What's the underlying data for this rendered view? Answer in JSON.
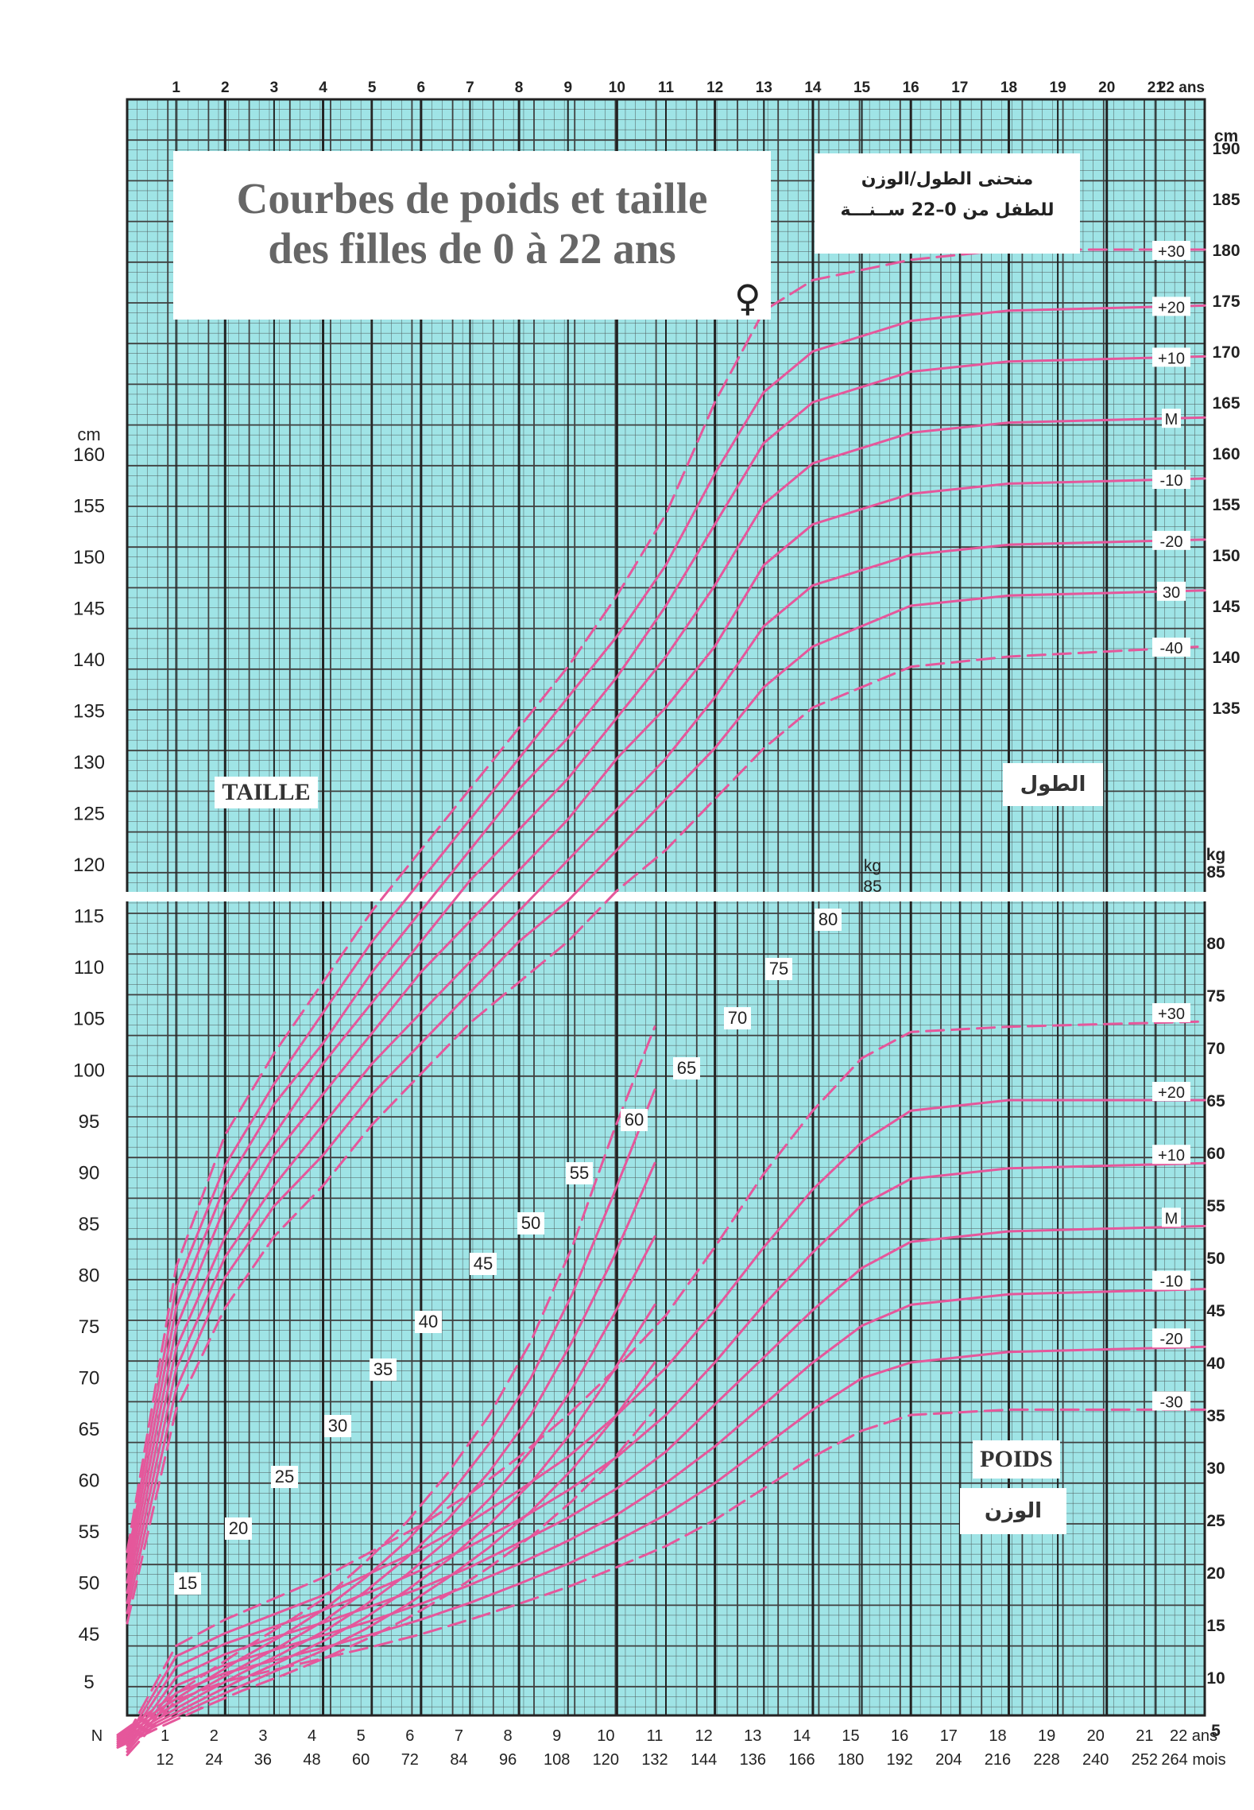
{
  "title": {
    "line1": "Courbes de poids et taille",
    "line2": "des filles de 0 à 22 ans",
    "female_symbol": "♀"
  },
  "arabic_title": {
    "line1": "منحنى الطول/الوزن",
    "line2": "للطفل من 0–22 ســنـــة"
  },
  "labels": {
    "taille": "TAILLE",
    "taille_ar": "الطول",
    "poids": "POIDS",
    "poids_ar": "الوزن"
  },
  "axes": {
    "top_years": [
      "1",
      "2",
      "3",
      "4",
      "5",
      "6",
      "7",
      "8",
      "9",
      "10",
      "11",
      "12",
      "13",
      "14",
      "15",
      "16",
      "17",
      "18",
      "19",
      "20",
      "21",
      "22 ans"
    ],
    "bottom_years": [
      "1",
      "2",
      "3",
      "4",
      "5",
      "6",
      "7",
      "8",
      "9",
      "10",
      "11",
      "12",
      "13",
      "14",
      "15",
      "16",
      "17",
      "18",
      "19",
      "20",
      "21",
      "22 ans"
    ],
    "bottom_months": [
      "12",
      "24",
      "36",
      "48",
      "60",
      "72",
      "84",
      "96",
      "108",
      "120",
      "132",
      "144",
      "136",
      "166",
      "180",
      "192",
      "204",
      "216",
      "228",
      "240",
      "252",
      "264 mois"
    ],
    "origin_label": "N",
    "left_height_ticks": [
      "160",
      "155",
      "150",
      "145",
      "140",
      "135",
      "130",
      "125",
      "120",
      "115",
      "110",
      "105",
      "100",
      "95",
      "90",
      "85",
      "80",
      "75",
      "70",
      "65",
      "60",
      "55",
      "50",
      "45"
    ],
    "left_cm_unit": "cm",
    "left_weight_tick": "5",
    "right_height_unit": "cm",
    "right_height_ticks": [
      "190",
      "185",
      "180",
      "175",
      "170",
      "165",
      "160",
      "155",
      "150",
      "145",
      "140",
      "135"
    ],
    "right_weight_unit": "kg",
    "right_weight_top": "85",
    "right_weight_ticks": [
      "80",
      "75",
      "70",
      "65",
      "60",
      "55",
      "50",
      "45",
      "40",
      "35",
      "30",
      "25",
      "20",
      "15",
      "10",
      "5"
    ],
    "inner_kg_unit": "kg",
    "inner_kg_top": "85"
  },
  "diagonal_labels": [
    "15",
    "20",
    "25",
    "30",
    "35",
    "40",
    "45",
    "50",
    "55",
    "60",
    "65",
    "70",
    "75",
    "80"
  ],
  "colors": {
    "grid_fill": "#9fe4e6",
    "grid_line": "#3f3f3f",
    "curve": "#e5579b",
    "text": "#222222"
  },
  "chart_data": {
    "type": "line",
    "title": "Courbes de poids et taille des filles de 0 à 22 ans",
    "xlabel": "ans / mois",
    "x_unit": "ans",
    "charts": [
      {
        "name": "TAILLE",
        "unit": "cm",
        "ylim": [
          45,
          190
        ],
        "series": [
          {
            "name": "+30",
            "x": [
              0,
              1,
              2,
              3,
              4,
              5,
              6,
              7,
              8,
              9,
              10,
              11,
              12,
              13,
              14,
              16,
              18,
              22
            ],
            "y": [
              52,
              80,
              93,
              101,
              108,
              115,
              121,
              127,
              133,
              139,
              146,
              154,
              165,
              174,
              177,
              179,
              180,
              180
            ]
          },
          {
            "name": "+20",
            "x": [
              0,
              1,
              2,
              3,
              4,
              5,
              6,
              7,
              8,
              9,
              10,
              11,
              12,
              13,
              14,
              16,
              18,
              22
            ],
            "y": [
              51,
              78,
              90,
              98,
              105,
              112,
              118,
              124,
              130,
              136,
              142,
              149,
              158,
              166,
              170,
              173,
              174,
              174.5
            ]
          },
          {
            "name": "+10",
            "x": [
              0,
              1,
              2,
              3,
              4,
              5,
              6,
              7,
              8,
              9,
              10,
              11,
              12,
              13,
              14,
              16,
              18,
              22
            ],
            "y": [
              50,
              76,
              88,
              96,
              102,
              109,
              115,
              121,
              127,
              132,
              138,
              145,
              153,
              161,
              165,
              168,
              169,
              169.5
            ]
          },
          {
            "name": "M",
            "x": [
              0,
              1,
              2,
              3,
              4,
              5,
              6,
              7,
              8,
              9,
              10,
              11,
              12,
              13,
              14,
              16,
              18,
              22
            ],
            "y": [
              49,
              74,
              86,
              93,
              100,
              106,
              112,
              118,
              123,
              128,
              134,
              140,
              147,
              155,
              159,
              162,
              163,
              163.5
            ]
          },
          {
            "name": "-10",
            "x": [
              0,
              1,
              2,
              3,
              4,
              5,
              6,
              7,
              8,
              9,
              10,
              11,
              12,
              13,
              14,
              16,
              18,
              22
            ],
            "y": [
              48,
              72,
              83,
              91,
              97,
              103,
              109,
              114,
              119,
              124,
              130,
              135,
              141,
              149,
              153,
              156,
              157,
              157.5
            ]
          },
          {
            "name": "-20",
            "x": [
              0,
              1,
              2,
              3,
              4,
              5,
              6,
              7,
              8,
              9,
              10,
              11,
              12,
              13,
              14,
              16,
              18,
              22
            ],
            "y": [
              47,
              70,
              81,
              88,
              94,
              100,
              105,
              110,
              115,
              120,
              125,
              130,
              136,
              143,
              147,
              150,
              151,
              151.5
            ]
          },
          {
            "name": "30",
            "x": [
              0,
              1,
              2,
              3,
              4,
              5,
              6,
              7,
              8,
              9,
              10,
              11,
              12,
              13,
              14,
              16,
              18,
              22
            ],
            "y": [
              46,
              68,
              79,
              86,
              91,
              97,
              102,
              107,
              112,
              116,
              121,
              126,
              131,
              137,
              141,
              145,
              146,
              146.5
            ]
          },
          {
            "name": "-40",
            "x": [
              0,
              1,
              2,
              3,
              4,
              5,
              6,
              7,
              8,
              9,
              10,
              11,
              12,
              13,
              14,
              16,
              18,
              22
            ],
            "y": [
              45,
              66,
              76,
              83,
              88,
              94,
              99,
              104,
              108,
              112,
              117,
              121,
              126,
              131,
              135,
              139,
              140,
              141
            ]
          }
        ]
      },
      {
        "name": "POIDS",
        "unit": "kg",
        "ylim": [
          5,
          85
        ],
        "series": [
          {
            "name": "+30",
            "x": [
              0,
              1,
              2,
              3,
              4,
              5,
              6,
              7,
              8,
              9,
              10,
              11,
              12,
              13,
              14,
              15,
              16,
              18,
              22
            ],
            "y": [
              4.5,
              13,
              15.5,
              17.5,
              19.5,
              22,
              24.5,
              27.5,
              31,
              35,
              39.5,
              44.5,
              51,
              58,
              64,
              69,
              71.5,
              72,
              72.5
            ]
          },
          {
            "name": "+20",
            "x": [
              0,
              1,
              2,
              3,
              4,
              5,
              6,
              7,
              8,
              9,
              10,
              11,
              12,
              13,
              14,
              15,
              16,
              18,
              22
            ],
            "y": [
              4.2,
              12,
              14.2,
              16,
              17.8,
              20,
              22.2,
              24.8,
              27.8,
              31,
              35,
              39.5,
              45,
              51,
              56.5,
              61,
              64,
              65,
              65
            ]
          },
          {
            "name": "+10",
            "x": [
              0,
              1,
              2,
              3,
              4,
              5,
              6,
              7,
              8,
              9,
              10,
              11,
              12,
              13,
              14,
              15,
              16,
              18,
              22
            ],
            "y": [
              3.9,
              11,
              13.2,
              14.8,
              16.4,
              18.2,
              20.2,
              22.5,
              25,
              27.8,
              31,
              35,
              40,
              45.5,
              50.5,
              55,
              57.5,
              58.5,
              59
            ]
          },
          {
            "name": "M",
            "x": [
              0,
              1,
              2,
              3,
              4,
              5,
              6,
              7,
              8,
              9,
              10,
              11,
              12,
              13,
              14,
              15,
              16,
              18,
              22
            ],
            "y": [
              3.5,
              10,
              12.2,
              13.8,
              15.2,
              16.8,
              18.5,
              20.5,
              22.8,
              25.2,
              28,
              31.5,
              36,
              40.5,
              45,
              49,
              51.5,
              52.5,
              53
            ]
          },
          {
            "name": "-10",
            "x": [
              0,
              1,
              2,
              3,
              4,
              5,
              6,
              7,
              8,
              9,
              10,
              11,
              12,
              13,
              14,
              15,
              16,
              18,
              22
            ],
            "y": [
              3.2,
              9.2,
              11.2,
              12.6,
              14,
              15.4,
              17,
              18.8,
              20.8,
              23,
              25.5,
              28.5,
              32,
              36,
              40,
              43.5,
              45.5,
              46.5,
              47
            ]
          },
          {
            "name": "-20",
            "x": [
              0,
              1,
              2,
              3,
              4,
              5,
              6,
              7,
              8,
              9,
              10,
              11,
              12,
              13,
              14,
              15,
              16,
              18,
              22
            ],
            "y": [
              2.9,
              8.5,
              10.4,
              11.6,
              12.8,
              14.1,
              15.5,
              17.1,
              18.9,
              20.8,
              23,
              25.5,
              28.5,
              32,
              35.5,
              38.5,
              40,
              41,
              41.5
            ]
          },
          {
            "name": "-30",
            "x": [
              0,
              1,
              2,
              3,
              4,
              5,
              6,
              7,
              8,
              9,
              10,
              11,
              12,
              13,
              14,
              15,
              16,
              18,
              22
            ],
            "y": [
              2.6,
              7.8,
              9.6,
              10.7,
              11.8,
              12.9,
              14.1,
              15.5,
              17,
              18.6,
              20.5,
              22.5,
              25,
              28,
              31,
              33.5,
              35,
              35.5,
              35.5
            ]
          }
        ]
      },
      {
        "name": "POIDS/TAILLE",
        "series": [
          {
            "name": "+30",
            "x": [
              50,
              60,
              70,
              80,
              90,
              100,
              110,
              120,
              130,
              140,
              150,
              160,
              170,
              180
            ],
            "y": [
              4.5,
              7.3,
              10,
              12.6,
              15,
              17.5,
              21,
              24.8,
              29.5,
              35,
              42,
              51,
              62,
              72
            ]
          },
          {
            "name": "+20",
            "x": [
              50,
              60,
              70,
              80,
              90,
              100,
              110,
              120,
              130,
              140,
              150,
              160,
              170,
              180
            ],
            "y": [
              4.3,
              6.9,
              9.4,
              11.8,
              14,
              16.5,
              19.5,
              23,
              27.2,
              32.3,
              38.5,
              46.5,
              56,
              66
            ]
          },
          {
            "name": "+10",
            "x": [
              50,
              60,
              70,
              80,
              90,
              100,
              110,
              120,
              130,
              140,
              150,
              160,
              170,
              180
            ],
            "y": [
              4.1,
              6.5,
              8.8,
              11,
              13.1,
              15.4,
              18.2,
              21.4,
              25.1,
              29.6,
              35,
              42,
              50,
              59
            ]
          },
          {
            "name": "M",
            "x": [
              50,
              60,
              70,
              80,
              90,
              100,
              110,
              120,
              130,
              140,
              150,
              160,
              170,
              180
            ],
            "y": [
              3.9,
              6.1,
              8.3,
              10.4,
              12.3,
              14.4,
              16.9,
              19.8,
              23.1,
              27,
              31.6,
              37.5,
              44.5,
              52
            ]
          },
          {
            "name": "-10",
            "x": [
              50,
              60,
              70,
              80,
              90,
              100,
              110,
              120,
              130,
              140,
              150,
              160,
              170,
              180
            ],
            "y": [
              3.7,
              5.8,
              7.8,
              9.8,
              11.6,
              13.5,
              15.7,
              18.3,
              21.2,
              24.6,
              28.5,
              33.4,
              39.2,
              45.5
            ]
          },
          {
            "name": "-20",
            "x": [
              50,
              60,
              70,
              80,
              90,
              100,
              110,
              120,
              130,
              140,
              150,
              160,
              170,
              180
            ],
            "y": [
              3.5,
              5.5,
              7.4,
              9.2,
              10.9,
              12.6,
              14.6,
              16.9,
              19.5,
              22.4,
              25.8,
              29.8,
              34.6,
              40
            ]
          },
          {
            "name": "-30",
            "x": [
              50,
              60,
              70,
              80,
              90,
              100,
              110,
              120,
              130,
              140,
              150,
              160,
              170,
              180
            ],
            "y": [
              3.3,
              5.2,
              7,
              8.7,
              10.2,
              11.8,
              13.6,
              15.6,
              17.9,
              20.5,
              23.4,
              26.8,
              30.8,
              35.5
            ]
          }
        ]
      }
    ],
    "grid": true
  }
}
